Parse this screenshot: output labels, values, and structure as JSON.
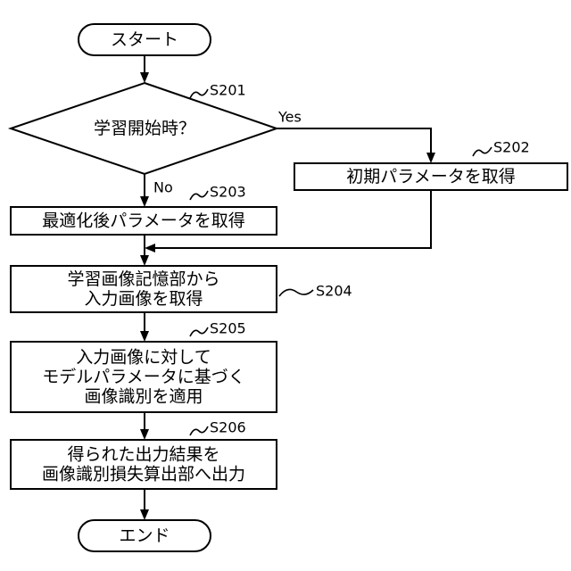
{
  "flowchart": {
    "start": "スタート",
    "end": "エンド",
    "s201": {
      "id": "S201",
      "lines": [
        "学習開始時？"
      ]
    },
    "s202": {
      "id": "S202",
      "lines": [
        "初期パラメータを取得"
      ]
    },
    "s203": {
      "id": "S203",
      "lines": [
        "最適化後パラメータを取得"
      ]
    },
    "s204": {
      "id": "S204",
      "lines": [
        "学習画像記憶部から",
        "入力画像を取得"
      ]
    },
    "s205": {
      "id": "S205",
      "lines": [
        "入力画像に対して",
        "モデルパラメータに基づく",
        "画像識別を適用"
      ]
    },
    "s206": {
      "id": "S206",
      "lines": [
        "得られた出力結果を",
        "画像識別損失算出部へ出力"
      ]
    },
    "branch_yes": "Yes",
    "branch_no": "No"
  }
}
